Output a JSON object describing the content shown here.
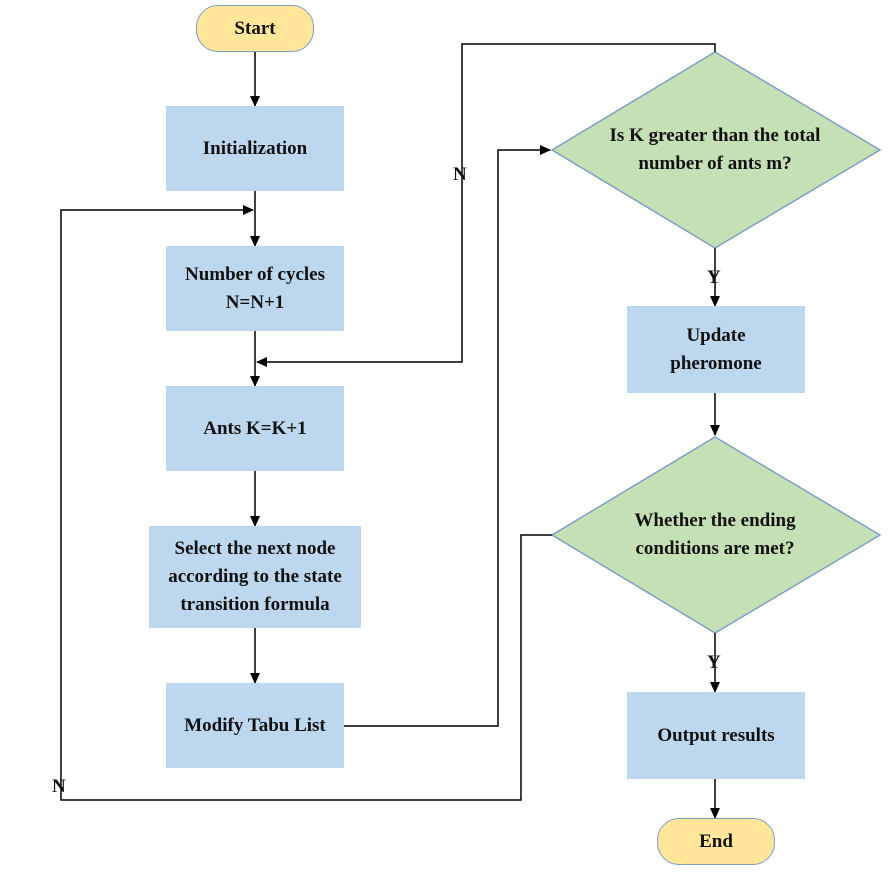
{
  "nodes": {
    "start": "Start",
    "initialization": "Initialization",
    "cycles_line1": "Number of cycles",
    "cycles_line2": "N=N+1",
    "ants": "Ants K=K+1",
    "select_line1": "Select the next node",
    "select_line2": "according to the state",
    "select_line3": "transition formula",
    "tabu": "Modify Tabu List",
    "decision_k_line1": "Is K greater than the total",
    "decision_k_line2": "number of ants m?",
    "update_line1": "Update",
    "update_line2": "pheromone",
    "decision_end_line1": "Whether the ending",
    "decision_end_line2": "conditions are met?",
    "output": "Output results",
    "end": "End"
  },
  "edge_labels": {
    "k_no": "N",
    "k_yes": "Y",
    "end_yes": "Y",
    "end_no": "N"
  },
  "colors": {
    "process_fill": "#bdd7ee",
    "decision_fill": "#c5e0b4",
    "terminal_fill": "#ffe699",
    "terminal_border": "#7f9ec7",
    "decision_border": "#7f9ec7",
    "line": "#000000"
  }
}
